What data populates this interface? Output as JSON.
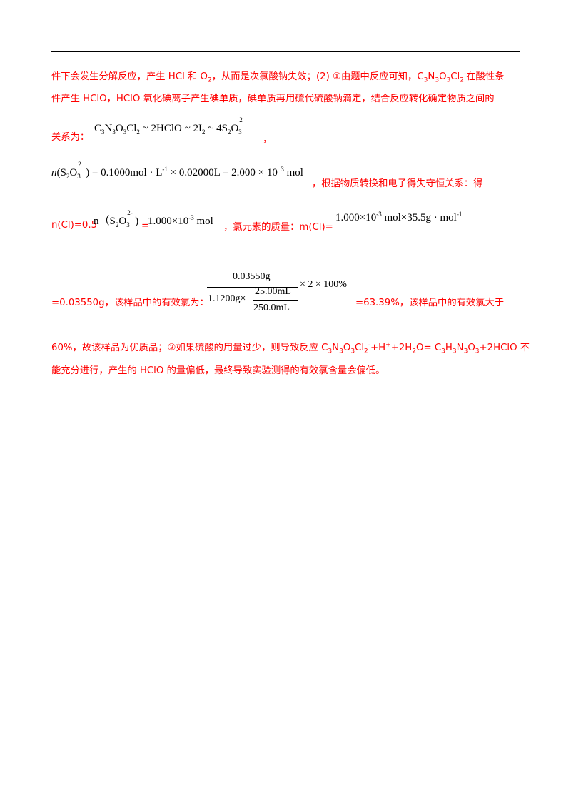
{
  "para1": {
    "l1_a": "件下会发生分解反应，产生 HCl 和 O",
    "l1_b": "，从而是次氯酸钠失效；(2) ①由题中反应可知，C",
    "l1_c": "在酸性条",
    "l2": "件产生 HClO，HClO 氧化碘离子产生碘单质，碘单质再用硫代硫酸钠滴定，结合反应转化确定物质之间的",
    "l3_label": "关系为：",
    "l3_end": "，"
  },
  "para2": {
    "tail": "，根据物质转换和电子得失守恒关系：得"
  },
  "para3": {
    "a": "n(Cl)=0.5",
    "b": "=",
    "c": "，氯元素的质量：m(Cl)="
  },
  "para4": {
    "a": "=0.03550g，该样品中的有效氯为：",
    "num": "0.03550g",
    "den_a": "1.1200g",
    "den_top": "25.00mL",
    "den_bottom": "250.0mL",
    "mult": "× 2 × 100%",
    "b": "=63.39%，该样品中的有效氯大于"
  },
  "para5": {
    "l1_a": "60%，故该样品为优质品；②如果硫酸的用量过少，则导致反应 C",
    "l1_b": "+2H",
    "l1_c": "O= C",
    "l1_d": "+2HClO 不",
    "l2": "能充分进行，产生的 HClO 的量偏低，最终导致实验测得的有效氯含量会偏低。"
  }
}
